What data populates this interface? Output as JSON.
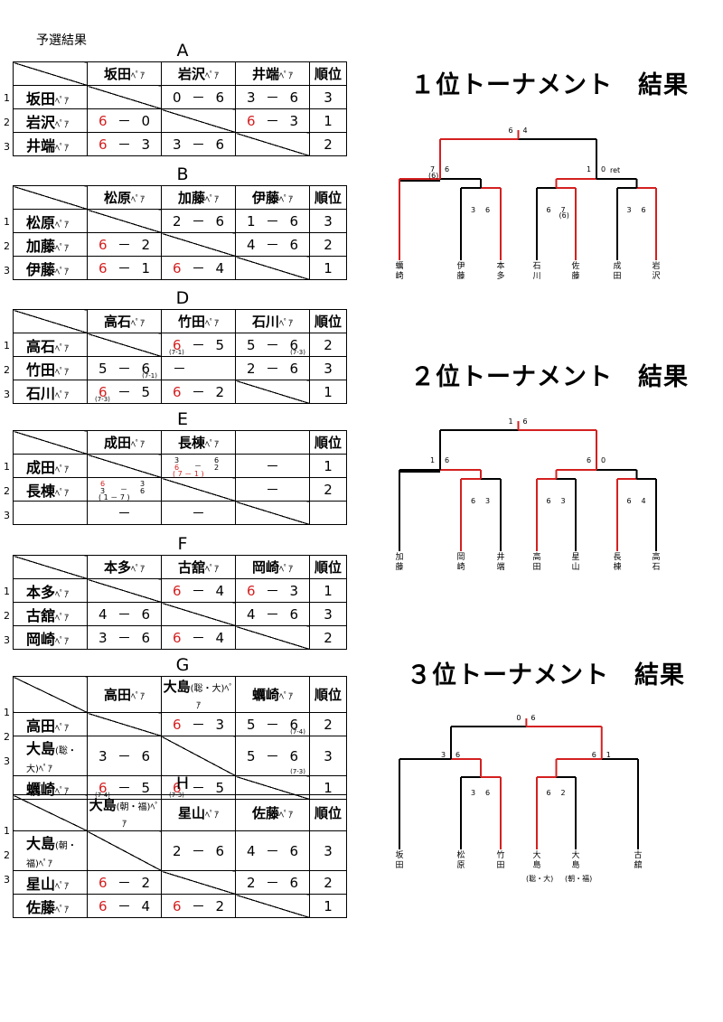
{
  "page_title": "予選結果",
  "groups": [
    {
      "letter": "A",
      "headers": [
        "坂田ﾍﾟｱ",
        "岩沢ﾍﾟｱ",
        "井端ﾍﾟｱ"
      ],
      "rank_label": "順位",
      "rows": [
        {
          "num": "1",
          "name": "坂田ﾍﾟｱ",
          "cells": [
            null,
            {
              "l": "0",
              "r": "6"
            },
            {
              "l": "3",
              "r": "6"
            }
          ],
          "rank": "3"
        },
        {
          "num": "2",
          "name": "岩沢ﾍﾟｱ",
          "cells": [
            {
              "l": "6",
              "r": "0",
              "w": "l"
            },
            null,
            {
              "l": "6",
              "r": "3",
              "w": "l"
            }
          ],
          "rank": "1"
        },
        {
          "num": "3",
          "name": "井端ﾍﾟｱ",
          "cells": [
            {
              "l": "6",
              "r": "3",
              "w": "l"
            },
            {
              "l": "3",
              "r": "6"
            },
            null
          ],
          "rank": "2"
        }
      ]
    },
    {
      "letter": "B",
      "headers": [
        "松原ﾍﾟｱ",
        "加藤ﾍﾟｱ",
        "伊藤ﾍﾟｱ"
      ],
      "rank_label": "順位",
      "rows": [
        {
          "num": "1",
          "name": "松原ﾍﾟｱ",
          "cells": [
            null,
            {
              "l": "2",
              "r": "6"
            },
            {
              "l": "1",
              "r": "6"
            }
          ],
          "rank": "3"
        },
        {
          "num": "2",
          "name": "加藤ﾍﾟｱ",
          "cells": [
            {
              "l": "6",
              "r": "2",
              "w": "l"
            },
            null,
            {
              "l": "4",
              "r": "6"
            }
          ],
          "rank": "2"
        },
        {
          "num": "3",
          "name": "伊藤ﾍﾟｱ",
          "cells": [
            {
              "l": "6",
              "r": "1",
              "w": "l"
            },
            {
              "l": "6",
              "r": "4",
              "w": "l"
            },
            null
          ],
          "rank": "1"
        }
      ]
    },
    {
      "letter": "D",
      "headers": [
        "高石ﾍﾟｱ",
        "竹田ﾍﾟｱ",
        "石川ﾍﾟｱ"
      ],
      "rank_label": "順位",
      "rows": [
        {
          "num": "1",
          "name": "高石ﾍﾟｱ",
          "cells": [
            null,
            {
              "l": "6",
              "r": "5",
              "w": "l",
              "tb": "(7-1)",
              "tbside": "l"
            },
            {
              "l": "5",
              "r": "6",
              "tb": "(7-3)",
              "tbside": "r"
            }
          ],
          "rank": "2"
        },
        {
          "num": "2",
          "name": "竹田ﾍﾟｱ",
          "cells": [
            {
              "l": "5",
              "r": "6",
              "tb": "(7-1)",
              "tbside": "r"
            },
            {
              "l": "－",
              "r": ""
            },
            {
              "l": "2",
              "r": "6"
            }
          ],
          "rank": "3"
        },
        {
          "num": "3",
          "name": "石川ﾍﾟｱ",
          "cells": [
            {
              "l": "6",
              "r": "5",
              "w": "l",
              "tb": "(7-3)",
              "tbside": "l"
            },
            {
              "l": "6",
              "r": "2",
              "w": "l"
            },
            null
          ],
          "rank": "1"
        }
      ]
    },
    {
      "letter": "E",
      "headers": [
        "成田ﾍﾟｱ",
        "長棟ﾍﾟｱ",
        ""
      ],
      "rank_label": "順位",
      "rows": [
        {
          "num": "1",
          "name": "成田ﾍﾟｱ",
          "cells": [
            null,
            {
              "special": "e1"
            },
            {
              "l": "－",
              "r": ""
            }
          ],
          "rank": "1"
        },
        {
          "num": "2",
          "name": "長棟ﾍﾟｱ",
          "cells": [
            {
              "special": "e2"
            },
            null,
            {
              "l": "－",
              "r": ""
            }
          ],
          "rank": "2"
        },
        {
          "num": "3",
          "name": "",
          "cells": [
            {
              "l": "－",
              "r": ""
            },
            {
              "l": "－",
              "r": ""
            },
            null
          ],
          "rank": ""
        }
      ]
    },
    {
      "letter": "F",
      "headers": [
        "本多ﾍﾟｱ",
        "古舘ﾍﾟｱ",
        "岡崎ﾍﾟｱ"
      ],
      "rank_label": "順位",
      "rows": [
        {
          "num": "1",
          "name": "本多ﾍﾟｱ",
          "cells": [
            null,
            {
              "l": "6",
              "r": "4",
              "w": "l"
            },
            {
              "l": "6",
              "r": "3",
              "w": "l"
            }
          ],
          "rank": "1"
        },
        {
          "num": "2",
          "name": "古舘ﾍﾟｱ",
          "cells": [
            {
              "l": "4",
              "r": "6"
            },
            null,
            {
              "l": "4",
              "r": "6"
            }
          ],
          "rank": "3"
        },
        {
          "num": "3",
          "name": "岡崎ﾍﾟｱ",
          "cells": [
            {
              "l": "3",
              "r": "6"
            },
            {
              "l": "6",
              "r": "4",
              "w": "l"
            },
            null
          ],
          "rank": "2"
        }
      ]
    },
    {
      "letter": "G",
      "headers": [
        "高田ﾍﾟｱ",
        "大島(聡・大)ﾍﾟｱ",
        "蠣崎ﾍﾟｱ"
      ],
      "rank_label": "順位",
      "rows": [
        {
          "num": "1",
          "name": "高田ﾍﾟｱ",
          "cells": [
            null,
            {
              "l": "6",
              "r": "3",
              "w": "l"
            },
            {
              "l": "5",
              "r": "6",
              "tb": "(7-4)",
              "tbside": "r"
            }
          ],
          "rank": "2"
        },
        {
          "num": "2",
          "name": "大島(聡・大)ﾍﾟｱ",
          "cells": [
            {
              "l": "3",
              "r": "6"
            },
            null,
            {
              "l": "5",
              "r": "6",
              "tb": "(7-3)",
              "tbside": "r"
            }
          ],
          "rank": "3"
        },
        {
          "num": "3",
          "name": "蠣崎ﾍﾟｱ",
          "cells": [
            {
              "l": "6",
              "r": "5",
              "w": "l",
              "tb": "(7-4)",
              "tbside": "l"
            },
            {
              "l": "6",
              "r": "5",
              "w": "l",
              "tb": "(7-3)",
              "tbside": "l"
            },
            null
          ],
          "rank": "1"
        }
      ]
    },
    {
      "letter": "H",
      "headers": [
        "大島(朝・福)ﾍﾟｱ",
        "星山ﾍﾟｱ",
        "佐藤ﾍﾟｱ"
      ],
      "rank_label": "順位",
      "rows": [
        {
          "num": "1",
          "name": "大島(朝・福)ﾍﾟｱ",
          "cells": [
            null,
            {
              "l": "2",
              "r": "6"
            },
            {
              "l": "4",
              "r": "6"
            }
          ],
          "rank": "3"
        },
        {
          "num": "2",
          "name": "星山ﾍﾟｱ",
          "cells": [
            {
              "l": "6",
              "r": "2",
              "w": "l"
            },
            null,
            {
              "l": "2",
              "r": "6"
            }
          ],
          "rank": "2"
        },
        {
          "num": "3",
          "name": "佐藤ﾍﾟｱ",
          "cells": [
            {
              "l": "6",
              "r": "4",
              "w": "l"
            },
            {
              "l": "6",
              "r": "2",
              "w": "l"
            },
            null
          ],
          "rank": "1"
        }
      ]
    }
  ],
  "group_e_detail": {
    "e1": {
      "top": "3",
      "mid": "6",
      "tb": "( 7 － 1 )",
      "rtop": "6",
      "rmid": "2"
    },
    "e2": {
      "top": "6",
      "mid": "3",
      "tb": "( 1 － 7 )",
      "rtop": "3",
      "rmid": "6"
    }
  },
  "tournaments": [
    {
      "title": "１位トーナメント　結果",
      "players": [
        "蠣崎",
        "伊藤",
        "本多",
        "石川",
        "佐藤",
        "成田",
        "岩沢"
      ],
      "final": {
        "l": "6",
        "r": "4"
      },
      "semis": [
        {
          "l": "7",
          "lsub": "(6)",
          "r": "6"
        },
        {
          "l": "1",
          "r": "0",
          "note": "ret"
        }
      ],
      "qfs": [
        {
          "l": "3",
          "r": "6"
        },
        {
          "l": "6",
          "r": "7",
          "rsub": "(6)"
        },
        {
          "l": "3",
          "r": "6"
        }
      ]
    },
    {
      "title": "２位トーナメント　結果",
      "players": [
        "加藤",
        "岡崎",
        "井端",
        "高田",
        "星山",
        "長棟",
        "高石"
      ],
      "final": {
        "l": "1",
        "r": "6"
      },
      "semis": [
        {
          "l": "1",
          "r": "6"
        },
        {
          "l": "6",
          "r": "0"
        }
      ],
      "qfs": [
        {
          "l": "6",
          "r": "3"
        },
        {
          "l": "6",
          "r": "3"
        },
        {
          "l": "6",
          "r": "4"
        }
      ]
    },
    {
      "title": "３位トーナメント　結果",
      "players": [
        "坂田",
        "松原",
        "竹田",
        "大島",
        "大島",
        "古舘"
      ],
      "sub_labels": [
        "",
        "",
        "",
        "(聡・大)",
        "(朝・福)",
        ""
      ],
      "final": {
        "l": "0",
        "r": "6"
      },
      "semis": [
        {
          "l": "3",
          "r": "6"
        },
        {
          "l": "6",
          "r": "1"
        }
      ],
      "qfs": [
        {
          "l": "3",
          "r": "6"
        },
        {
          "l": "6",
          "r": "2"
        }
      ]
    }
  ],
  "colors": {
    "win": "#d42020",
    "line": "#000000"
  }
}
